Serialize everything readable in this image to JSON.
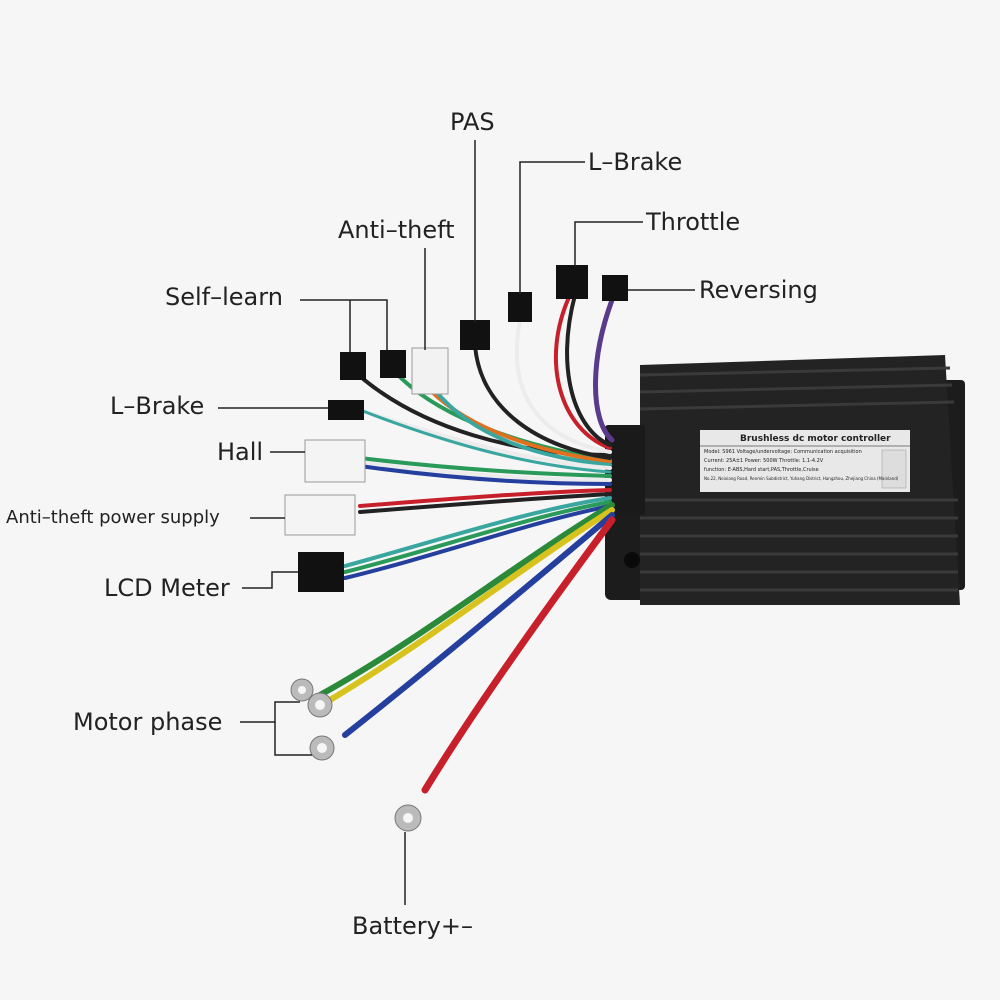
{
  "labels": {
    "pas": "PAS",
    "l_brake_top": "L–Brake",
    "throttle": "Throttle",
    "anti_theft": "Anti–theft",
    "reversing": "Reversing",
    "self_learn": "Self–learn",
    "l_brake_left": "L–Brake",
    "hall": "Hall",
    "anti_theft_power": "Anti–theft power supply",
    "lcd_meter": "LCD Meter",
    "motor_phase": "Motor phase",
    "battery": "Battery+–"
  },
  "controller": {
    "plate_title": "Brushless dc motor controller",
    "plate_lines": [
      "Model: S961   Voltage/undervoltage: Communication acquisition",
      "Current: 25A±1      Power: 500W      Throttle: 1.1-4.2V",
      "function: E-ABS,Hard start,PAS,Throttle,Cruise",
      "No.22, Neixiang Road, Renmin Subdistrict, Yuhang District, Hangzhou, Zhejiang China (Mainland)"
    ]
  },
  "colors": {
    "body": "#242424",
    "fin": "#383838",
    "red": "#c8202a",
    "green": "#2a8a3a",
    "yellow": "#d8c21e",
    "blue": "#243f9e",
    "white": "#ececec",
    "black": "#151515",
    "purple": "#5a3a8a",
    "orange": "#e0701e",
    "teal": "#3aa6a0"
  }
}
